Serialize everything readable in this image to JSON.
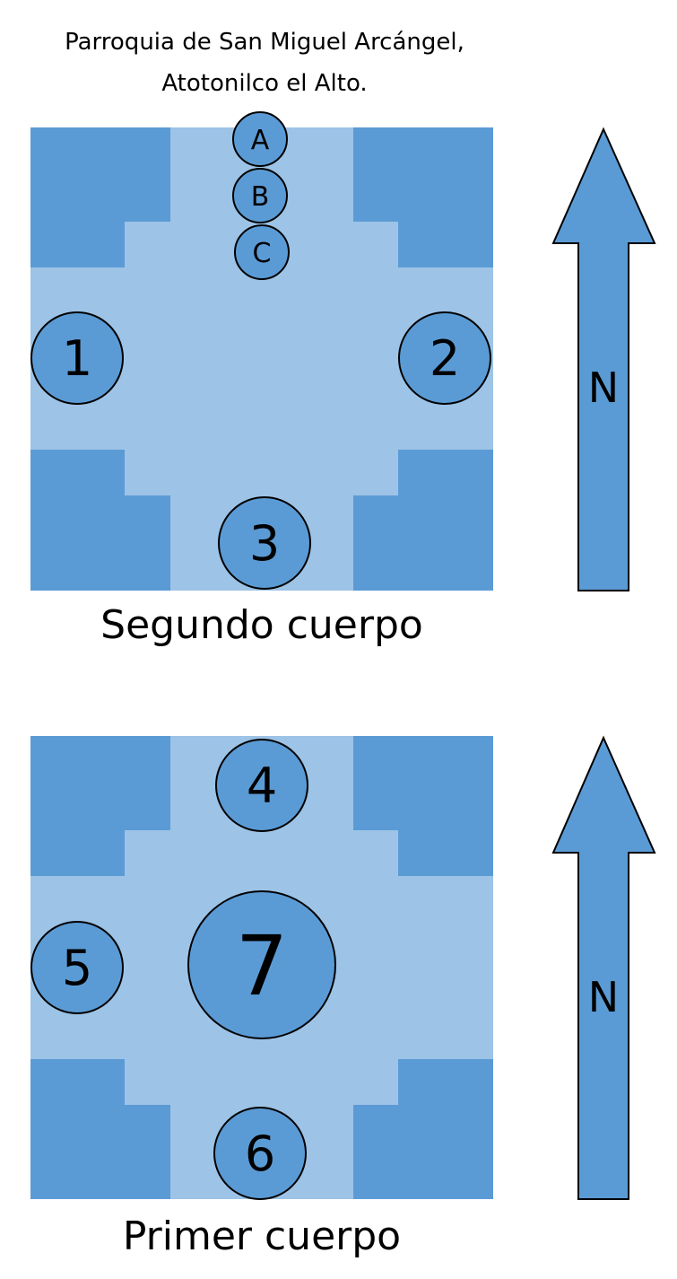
{
  "title": {
    "line1": "Parroquia de San Miguel Arcángel,",
    "line2": "Atotonilco el Alto."
  },
  "colors": {
    "dark_blue": "#5b9bd5",
    "light_blue": "#9dc3e6",
    "outline": "#000000"
  },
  "upper_plan": {
    "caption": "Segundo cuerpo",
    "markers": {
      "a": "A",
      "b": "B",
      "c": "C",
      "m1": "1",
      "m2": "2",
      "m3": "3"
    },
    "arrow_label": "N"
  },
  "lower_plan": {
    "caption": "Primer cuerpo",
    "markers": {
      "m4": "4",
      "m5": "5",
      "m6": "6",
      "m7": "7"
    },
    "arrow_label": "N"
  }
}
